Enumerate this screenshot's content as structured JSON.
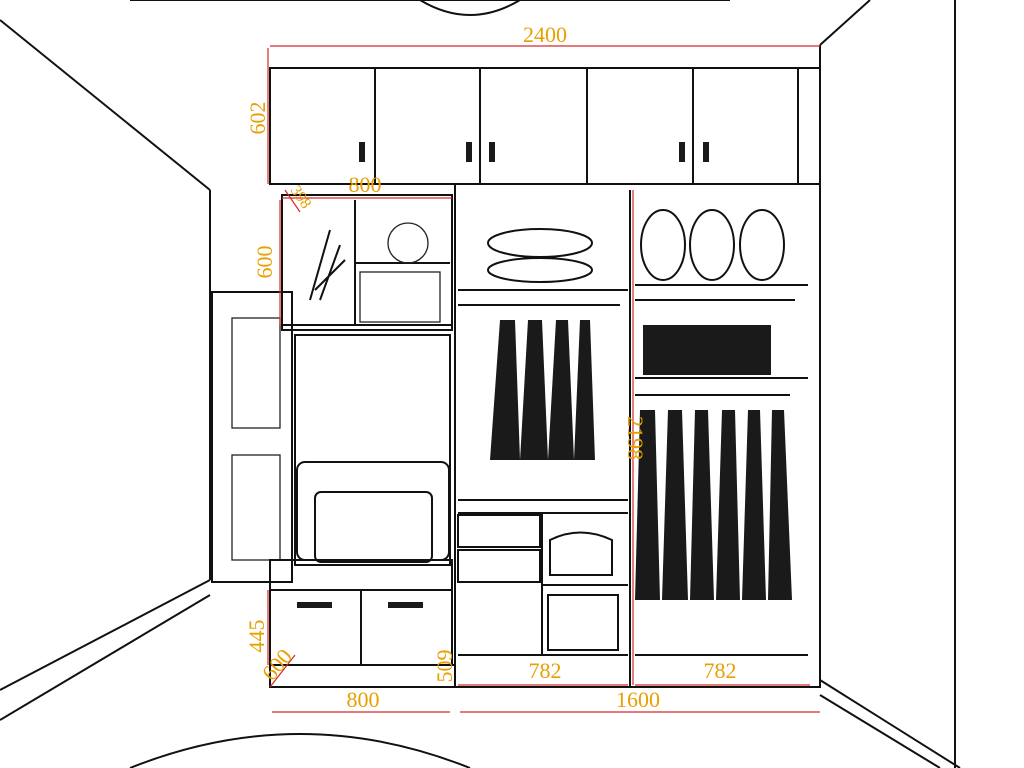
{
  "title": "Wardrobe elevation with dimensions",
  "colors": {
    "dimension_line": "#d62b2b",
    "dimension_text": "#e8a000",
    "line": "#111111"
  },
  "dimensions": {
    "total_width": "2400",
    "top_cabinet_height": "602",
    "left_shelf_width": "800",
    "left_shelf_depth": "398",
    "left_shelf_height": "600",
    "wardrobe_height": "2198",
    "bench_height": "445",
    "bench_depth": "600",
    "plinth_height": "509",
    "middle_section_width": "782",
    "right_section_width": "782",
    "bottom_left_width": "800",
    "bottom_right_width": "1600"
  }
}
